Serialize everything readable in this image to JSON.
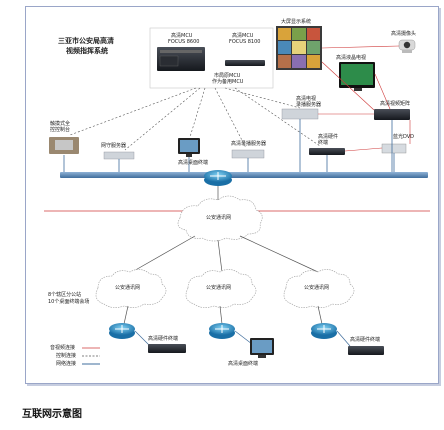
{
  "diagram": {
    "title_line1": "三亚市公安局高清",
    "title_line2": "视频指挥系统",
    "mcu_1_line1": "高清MCU",
    "mcu_1_line2": "FOCUS 8600",
    "mcu_2_line1": "高清MCU",
    "mcu_2_line2": "FOCUS 8100",
    "mcu_backup_line1": "市局原MCU",
    "mcu_backup_line2": "作为备用MCU",
    "big_screen": "大屏显示系统",
    "hd_camera": "高清摄像头",
    "hd_lcd_tv": "高清液晶电视",
    "hd_recorder": "高清电视\n录播服务器",
    "hd_matrix": "高清视频矩阵",
    "hd_terminal_top": "高清硬件\n终端",
    "bluray_dvd": "蓝光DVD",
    "portable_console": "触摸式全\n控控制台",
    "gateway_server": "网守服务器",
    "hd_desktop_terminal_top": "高清桌面终端",
    "hd_record_server": "高清录播服务器",
    "public_security_net_center": "公安通讯网",
    "public_security_net_left": "公安通讯网",
    "public_security_net_mid": "公安通讯网",
    "public_security_net_right": "公安通讯网",
    "branch_note_line1": "8个辖区分公站",
    "branch_note_line2": "10个桌面终端会场",
    "hd_terminal_mid": "高清硬件终端",
    "hd_desktop_terminal_bottom": "高清桌面终端",
    "hd_terminal_right": "高清硬件终端",
    "legend_audio": "音视频连接",
    "legend_control": "控制连接",
    "legend_network": "网络连接"
  },
  "caption": "互联网示意图",
  "colors": {
    "router": "#2c8fc4",
    "lan_bar": "#5f86b0",
    "red_line": "#cf3a3a",
    "frame": "#9aa6c8"
  }
}
